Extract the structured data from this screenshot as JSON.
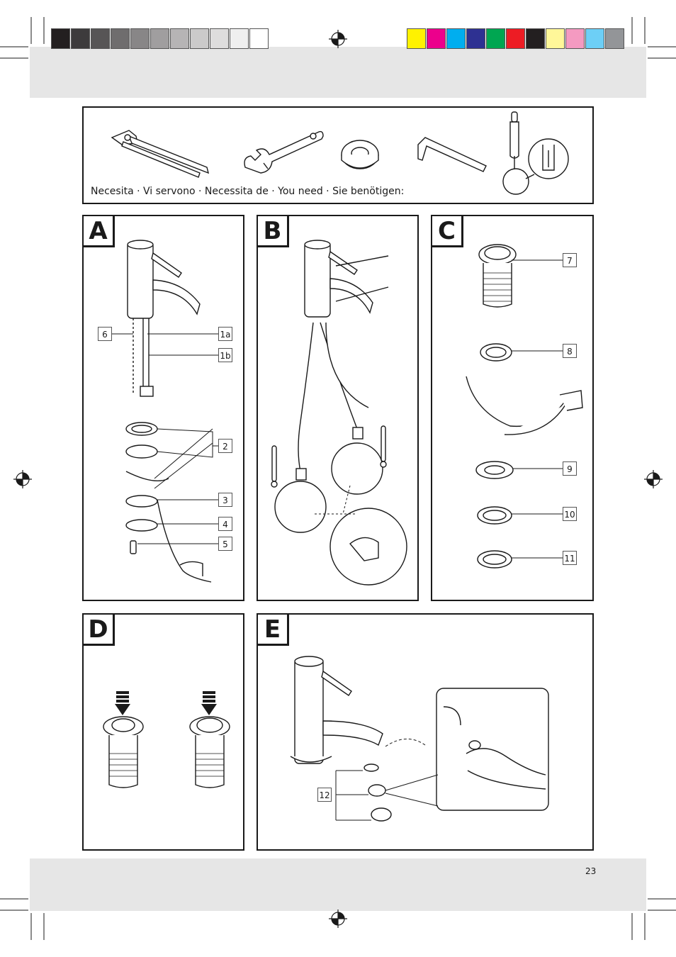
{
  "colors": {
    "gray_bars": [
      "#231f20",
      "#3d3b3c",
      "#575556",
      "#6f6d6e",
      "#888687",
      "#a09e9f",
      "#b6b4b5",
      "#cbcaca",
      "#dedddd",
      "#efefef",
      "#ffffff"
    ],
    "color_bars": [
      "#fff200",
      "#ec008c",
      "#00aeef",
      "#2e3192",
      "#00a651",
      "#ed1c24",
      "#231f20",
      "#fff799",
      "#f49ac1",
      "#6dcff6",
      "#939598"
    ],
    "band": "#e6e6e6",
    "line": "#1a1a1a"
  },
  "tools": {
    "caption": "Necesita · Vi servono · Necessita de · You need · Sie benötigen:",
    "items": [
      "pliers-icon",
      "wrench-icon",
      "sealing-tape-icon",
      "hex-key-icon",
      "screwdriver-icon"
    ]
  },
  "panels": {
    "A": {
      "letter": "A",
      "callouts": [
        "6",
        "1a",
        "1b",
        "2",
        "3",
        "4",
        "5"
      ]
    },
    "B": {
      "letter": "B"
    },
    "C": {
      "letter": "C",
      "callouts": [
        "7",
        "8",
        "9",
        "10",
        "11"
      ]
    },
    "D": {
      "letter": "D"
    },
    "E": {
      "letter": "E",
      "callouts": [
        "12"
      ]
    }
  },
  "page_number": "23"
}
